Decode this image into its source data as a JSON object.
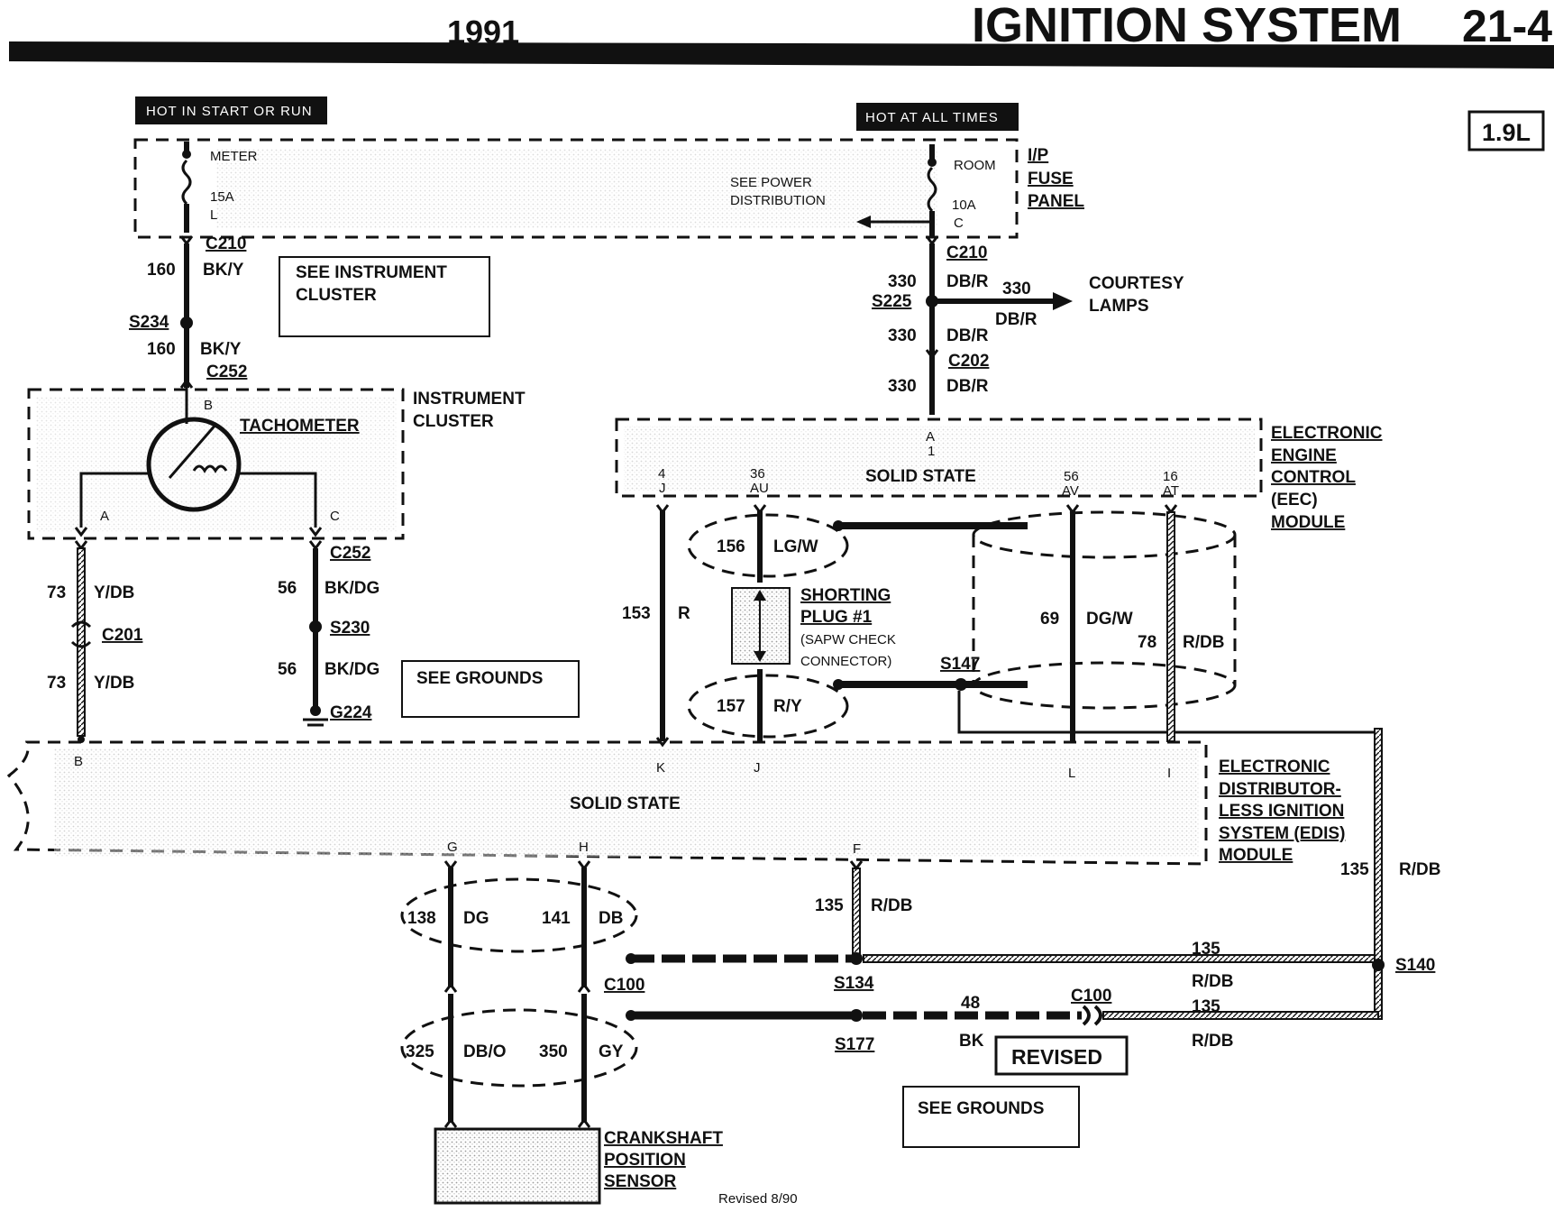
{
  "header": {
    "year": "1991",
    "title": "IGNITION SYSTEM",
    "page": "21-4",
    "engine": "1.9L"
  },
  "power": {
    "hot_start_run": "HOT IN START OR RUN",
    "hot_all_times": "HOT AT ALL TIMES",
    "fuse_left_name": "METER",
    "fuse_left_rating": "15A",
    "fuse_left_pin": "L",
    "fuse_right_name": "ROOM",
    "fuse_right_rating": "10A",
    "fuse_right_pin": "C",
    "see_power_1": "SEE POWER",
    "see_power_2": "DISTRIBUTION",
    "fuse_panel_1": "I/P",
    "fuse_panel_2": "FUSE",
    "fuse_panel_3": "PANEL"
  },
  "left_branch": {
    "c210": "C210",
    "w160a": "160",
    "c160a": "BK/Y",
    "s234": "S234",
    "w160b": "160",
    "c160b": "BK/Y",
    "c252_top": "C252",
    "see_cluster_1": "SEE INSTRUMENT",
    "see_cluster_2": "CLUSTER",
    "pin_b": "B",
    "tach": "TACHOMETER",
    "cluster_1": "INSTRUMENT",
    "cluster_2": "CLUSTER",
    "pin_a": "A",
    "pin_c": "C",
    "c252_bot": "C252",
    "w73a": "73",
    "c73a": "Y/DB",
    "c201": "C201",
    "w73b": "73",
    "c73b": "Y/DB",
    "w56a": "56",
    "c56a": "BK/DG",
    "s230": "S230",
    "w56b": "56",
    "c56b": "BK/DG",
    "g224": "G224",
    "see_grounds": "SEE GROUNDS"
  },
  "right_branch": {
    "c210": "C210",
    "w330a": "330",
    "c330a": "DB/R",
    "s225": "S225",
    "w330lamp": "330",
    "c330lamp": "DB/R",
    "courtesy_1": "COURTESY",
    "courtesy_2": "LAMPS",
    "w330b": "330",
    "c330b": "DB/R",
    "c202": "C202",
    "w330c": "330",
    "c330c": "DB/R"
  },
  "eec": {
    "pin_a1_top": "A",
    "pin_a1_bot": "1",
    "solid_state": "SOLID STATE",
    "pins": [
      {
        "num": "4",
        "letter": "J"
      },
      {
        "num": "36",
        "letter": "AU"
      },
      {
        "num": "56",
        "letter": "AV"
      },
      {
        "num": "16",
        "letter": "AT"
      }
    ],
    "label": [
      "ELECTRONIC",
      "ENGINE",
      "CONTROL",
      "(EEC)",
      "MODULE"
    ]
  },
  "middle": {
    "w153": "153",
    "c153": "R",
    "w156": "156",
    "c156": "LG/W",
    "shorting": [
      "SHORTING",
      "PLUG #1",
      "(SAPW CHECK",
      "CONNECTOR)"
    ],
    "s147": "S147",
    "w157": "157",
    "c157": "R/Y",
    "w69": "69",
    "c69": "DG/W",
    "w78": "78",
    "c78": "R/DB"
  },
  "edis": {
    "pin_b": "B",
    "pin_k": "K",
    "pin_j": "J",
    "pin_l": "L",
    "pin_i": "I",
    "solid_state": "SOLID STATE",
    "label": [
      "ELECTRONIC",
      "DISTRIBUTOR-",
      "LESS IGNITION",
      "SYSTEM (EDIS)",
      "MODULE"
    ],
    "pin_g": "G",
    "pin_h": "H",
    "pin_f": "F"
  },
  "bottom": {
    "w135_right": "135",
    "c135_right": "R/DB",
    "w138": "138",
    "c138": "DG",
    "w141": "141",
    "c141": "DB",
    "w135f": "135",
    "c135f": "R/DB",
    "w135mid": "135",
    "c135mid": "R/DB",
    "s134": "S134",
    "s140": "S140",
    "c100a": "C100",
    "c100b": "C100",
    "w48": "48",
    "c48": "BK",
    "w135low": "135",
    "c135low": "R/DB",
    "s177": "S177",
    "w325": "325",
    "c325": "DB/O",
    "w350": "350",
    "c350": "GY",
    "revised_box": "REVISED",
    "see_grounds": "SEE GROUNDS",
    "sensor": [
      "CRANKSHAFT",
      "POSITION",
      "SENSOR"
    ],
    "revised_note": "Revised 8/90"
  }
}
